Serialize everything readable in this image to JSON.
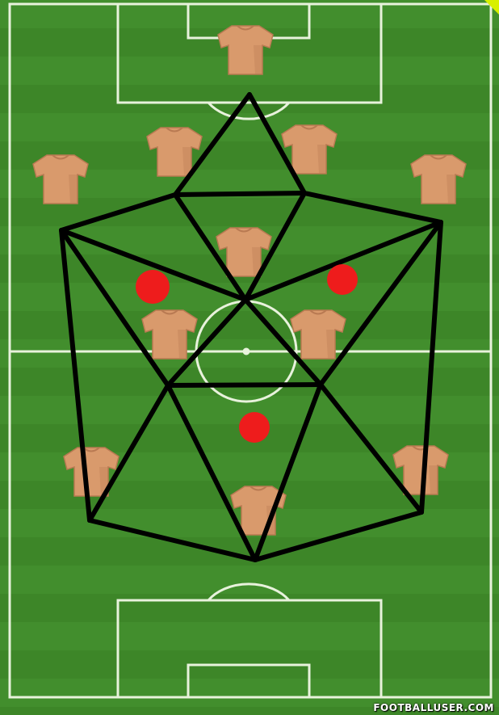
{
  "branding": {
    "watermark": "FOOTBALLUSER.COM"
  },
  "colors": {
    "grass": "#3f8a2a",
    "grass_dark": "#357a22",
    "grass_light": "#4c9a35",
    "lines": "#e8f2dc",
    "shirt": "#d99a6c",
    "shirt_shade": "#b97a52",
    "connector": "#000000",
    "marker": "#ee1c1c",
    "corner_accent": "#d8f000"
  },
  "formation": {
    "players": [
      {
        "id": "gk",
        "role": "goalkeeper"
      },
      {
        "id": "cb-left",
        "role": "defender"
      },
      {
        "id": "cb-right",
        "role": "defender"
      },
      {
        "id": "lb",
        "role": "defender"
      },
      {
        "id": "rb",
        "role": "defender"
      },
      {
        "id": "dm",
        "role": "midfielder"
      },
      {
        "id": "cm-left",
        "role": "midfielder"
      },
      {
        "id": "cm-right",
        "role": "midfielder"
      },
      {
        "id": "lw",
        "role": "forward"
      },
      {
        "id": "rw",
        "role": "forward"
      },
      {
        "id": "st",
        "role": "forward"
      }
    ],
    "markers": [
      {
        "id": "space-left"
      },
      {
        "id": "space-right"
      },
      {
        "id": "space-center"
      }
    ]
  }
}
